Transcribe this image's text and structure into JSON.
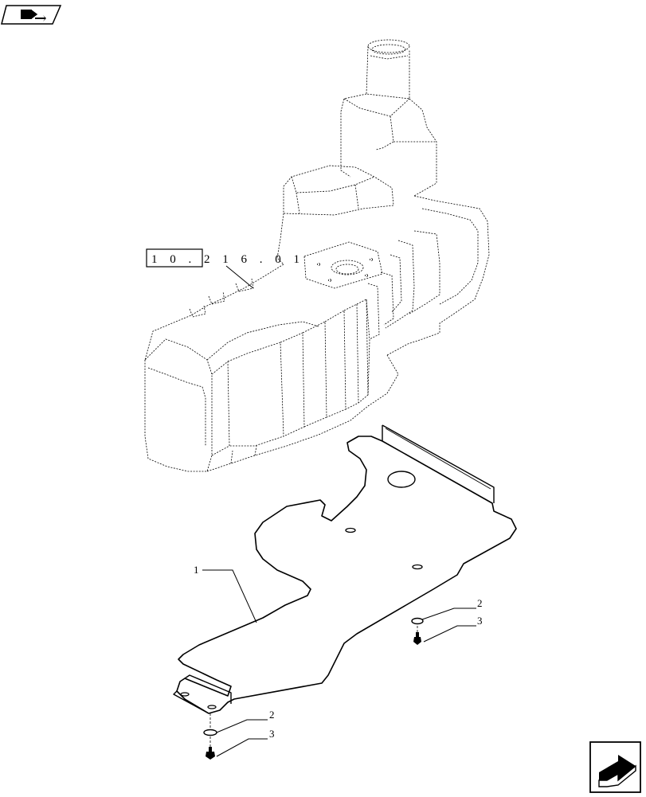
{
  "reference": {
    "label": "1 0 . 2 1 6 . 0 1"
  },
  "callouts": {
    "guard": "1",
    "washer_right": "2",
    "bolt_right": "3",
    "washer_left": "2",
    "bolt_left": "3"
  },
  "icons": {
    "top_left": "book-icon",
    "bottom_right": "next-page-arrow-icon"
  }
}
